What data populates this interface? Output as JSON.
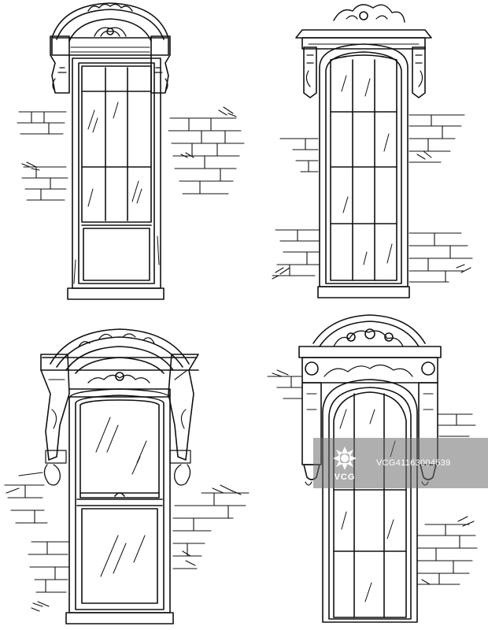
{
  "illustration": {
    "subject": "Four ornate Victorian window sketches with brick fragments",
    "stroke_color": "#111111",
    "background_color": "#ffffff"
  },
  "watermark": {
    "brand": "VCG",
    "code": "VCG41163004539",
    "background_color": "#6e6e6e"
  }
}
